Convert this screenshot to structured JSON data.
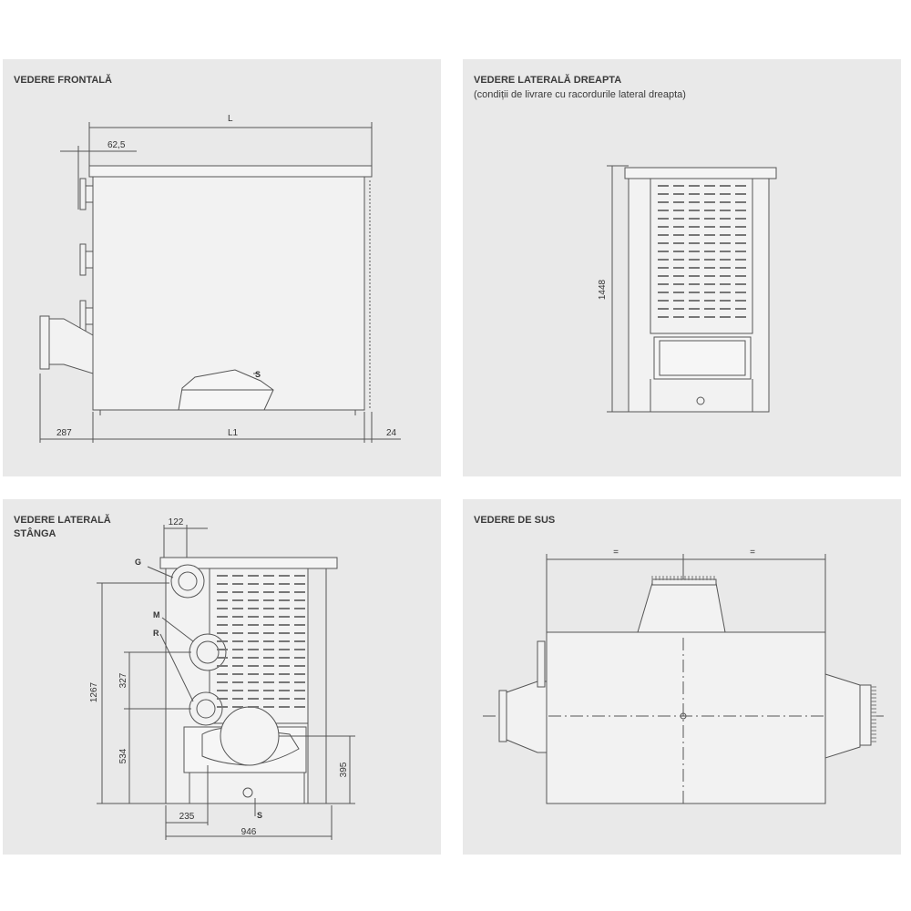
{
  "panels": {
    "front": {
      "title": "VEDERE FRONTALĂ",
      "dims": {
        "L": "L",
        "d62": "62,5",
        "d287": "287",
        "L1": "L1",
        "d24": "24"
      },
      "labels": {
        "S": "S"
      }
    },
    "right": {
      "title": "VEDERE LATERALĂ DREAPTA",
      "subtitle": "(condiții de livrare cu racordurile lateral dreapta)",
      "dims": {
        "h1448": "1448"
      }
    },
    "left": {
      "title_line1": "VEDERE LATERALĂ",
      "title_line2": "STÂNGA",
      "dims": {
        "d122": "122",
        "d1267": "1267",
        "d327": "327",
        "d534": "534",
        "d395": "395",
        "d235": "235",
        "d946": "946"
      },
      "labels": {
        "G": "G",
        "M": "M",
        "R": "R",
        "S": "S"
      }
    },
    "top": {
      "title": "VEDERE DE SUS",
      "dims": {
        "eq1": "=",
        "eq2": "="
      }
    }
  },
  "colors": {
    "panel_bg": "#e9e9e9",
    "line": "#555555",
    "fill": "#f2f2f2"
  }
}
